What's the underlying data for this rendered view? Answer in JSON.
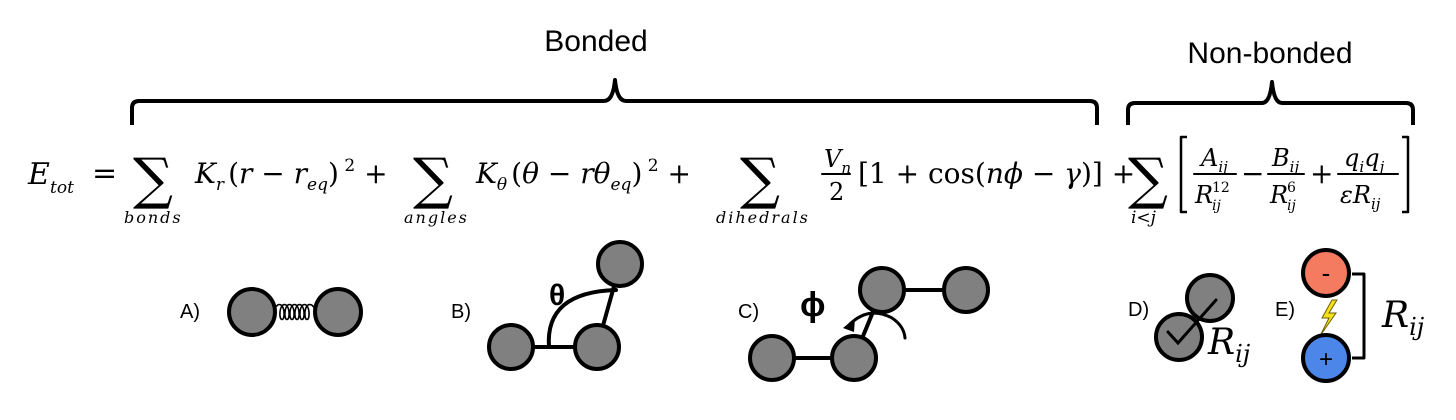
{
  "headers": {
    "bonded": "Bonded",
    "non_bonded": "Non-bonded"
  },
  "equation": {
    "lhs": "E",
    "lhs_sub": "tot",
    "equals": "=",
    "bond_sum_sub": "bonds",
    "angle_sum_sub": "angles",
    "dihedral_sum_sub": "dihedrals",
    "nonbond_sum_sub": "i<j"
  },
  "panels": {
    "a": "A)",
    "b": "B)",
    "c": "C)",
    "d": "D)",
    "e": "E)"
  },
  "symbols": {
    "theta": "θ",
    "phi": "ϕ",
    "r_ij": "R",
    "r_ij_sub": "ij",
    "minus": "-",
    "plus": "+"
  },
  "colors": {
    "atom_fill": "#808080",
    "negative_charge": "#f47a60",
    "positive_charge": "#4b86e8",
    "lightning": "#f4e11a"
  }
}
